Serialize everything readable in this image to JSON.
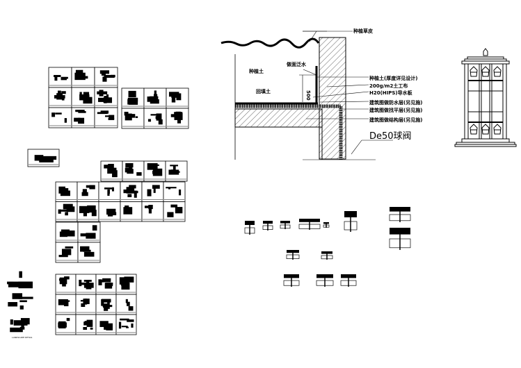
{
  "drawing": {
    "section_labels": {
      "top_grass": "种植草皮",
      "planting_soil": "种植土",
      "backfill_soil": "回填土",
      "flashing": "做面泛水",
      "dimension": "500",
      "valve": "De50球阀"
    },
    "layer_callouts": [
      "种植土(厚度详见设计)",
      "200g/m2土工布",
      "H20(HIPS)导水板",
      "建筑图做防水层(另见施)",
      "建筑图做找平层(另见施)",
      "建筑图做结构层(另见施)"
    ],
    "sheet_caption": "LANDSCAPE DETAIL"
  }
}
